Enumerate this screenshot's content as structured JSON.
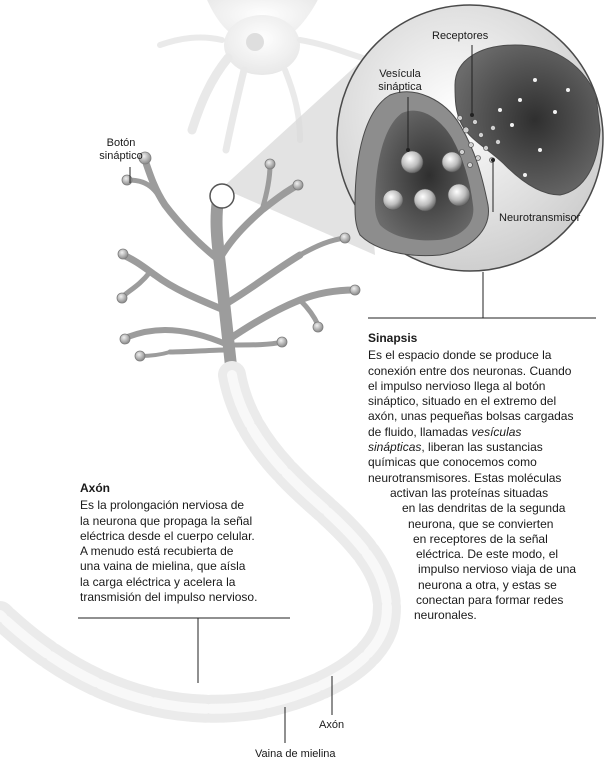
{
  "labels": {
    "receptores": "Receptores",
    "vesicula": [
      "Vesícula",
      "sináptica"
    ],
    "boton": [
      "Botón",
      "sináptico"
    ],
    "neurotransmisor": "Neurotransmisor",
    "axon": "Axón",
    "vaina": "Vaina de mielina"
  },
  "sinapsis": {
    "title": "Sinapsis",
    "lines": [
      "Es el espacio donde se produce la",
      "conexión entre dos neuronas. Cuando",
      "el impulso nervioso llega al botón",
      "sináptico, situado en el extremo del",
      "axón, unas pequeñas bolsas cargadas",
      "de fluido, llamadas ",
      ", liberan las sustancias",
      "químicas que conocemos como",
      "neurotransmisores. Estas moléculas",
      "activan las proteínas situadas",
      "en las dendritas de la segunda",
      "neurona, que se convierten",
      "en receptores de la señal",
      "eléctrica. De este modo, el",
      "impulso nervioso viaja de una",
      "neurona a otra, y estas se",
      "conectan para formar redes",
      "neuronales."
    ],
    "italic_1": "vesículas",
    "italic_2": "sinápticas"
  },
  "axon_text": {
    "title": "Axón",
    "lines": [
      "Es la prolongación nerviosa de",
      "la neurona que propaga la señal",
      "eléctrica desde el cuerpo celular.",
      "A menudo está recubierta de",
      "una vaina de mielina, que aísla",
      "la carga eléctrica y acelera la",
      "transmisión del impulso nervioso."
    ]
  }
}
